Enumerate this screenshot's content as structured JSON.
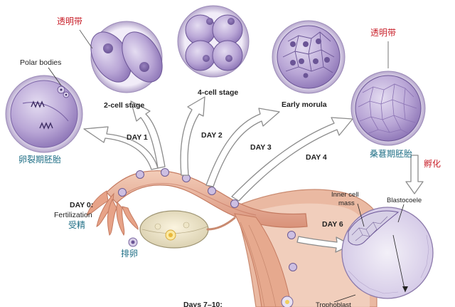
{
  "labels": {
    "polar_bodies": "Polar bodies",
    "zona_top_left": "透明带",
    "zona_top_right": "透明带",
    "two_cell": "2-cell stage",
    "four_cell": "4-cell stage",
    "early_morula": "Early morula",
    "cleavage_embryo": "卵裂期胚胎",
    "morula_embryo": "桑葚期胚胎",
    "hatching": "孵化",
    "day1": "DAY 1",
    "day2": "DAY 2",
    "day3": "DAY 3",
    "day4": "DAY 4",
    "day6": "DAY 6",
    "day0": "DAY 0:",
    "fertilization": "Fertilization",
    "fertilization_cn": "受精",
    "ovulation_cn": "排卵",
    "inner_cell_1": "Inner cell",
    "inner_cell_2": "mass",
    "blastocoele": "Blastocoele",
    "days_7_10": "Days 7–10:",
    "trophoblast": "Trophoblast"
  },
  "colors": {
    "cell_fill": "#b9a6d6",
    "cell_dark": "#8b73b5",
    "zona": "#e6def2",
    "tube": "#e8b49c",
    "tube_dark": "#d48a6e",
    "red_text": "#c8202a",
    "teal_text": "#1f6f86"
  }
}
